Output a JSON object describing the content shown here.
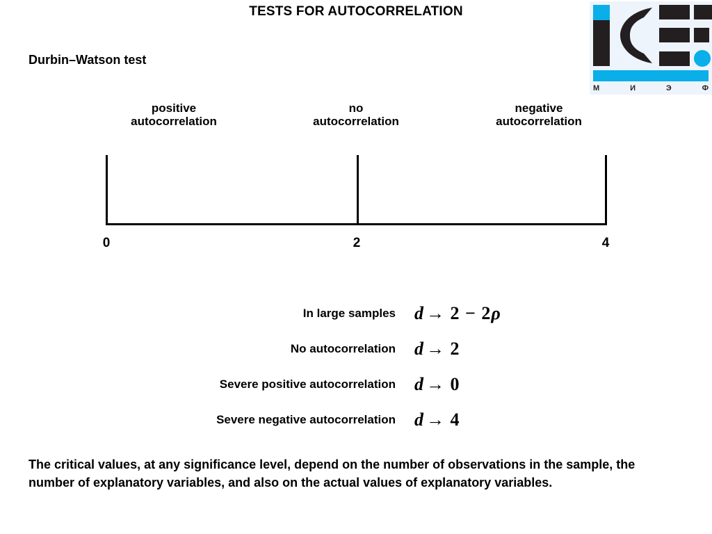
{
  "slide": {
    "title": "TESTS FOR AUTOCORRELATION",
    "subtitle": "Durbin–Watson test"
  },
  "logo": {
    "name": "icef-msef-logo",
    "letters": [
      "М",
      "И",
      "Э",
      "Ф"
    ],
    "colors": {
      "blue": "#0aaee8",
      "dark": "#231f20",
      "background": "#eef4fb"
    }
  },
  "scale": {
    "regions": [
      {
        "line1": "positive",
        "line2": "autocorrelation"
      },
      {
        "line1": "no",
        "line2": "autocorrelation"
      },
      {
        "line1": "negative",
        "line2": "autocorrelation"
      }
    ],
    "ticks": [
      "0",
      "2",
      "4"
    ]
  },
  "formulas": [
    {
      "label": "In large samples",
      "var": "d",
      "arrow": "→",
      "value": "2 − 2",
      "rho": "ρ"
    },
    {
      "label": "No autocorrelation",
      "var": "d",
      "arrow": "→",
      "value": "2",
      "rho": ""
    },
    {
      "label": "Severe positive autocorrelation",
      "var": "d",
      "arrow": "→",
      "value": "0",
      "rho": ""
    },
    {
      "label": "Severe negative autocorrelation",
      "var": "d",
      "arrow": "→",
      "value": "4",
      "rho": ""
    }
  ],
  "footnote": "The critical values, at any significance level, depend on the number of observations in the sample, the number of explanatory variables, and also on the actual values of explanatory variables."
}
